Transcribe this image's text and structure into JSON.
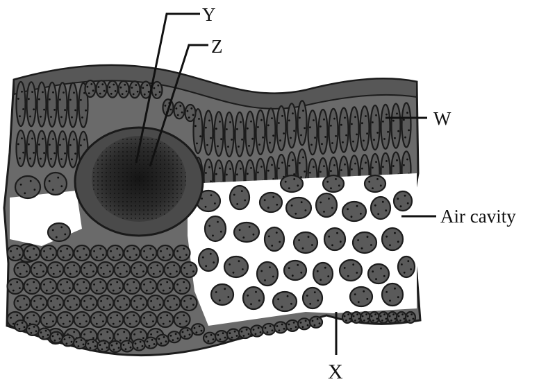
{
  "diagram": {
    "labels": {
      "y": "Y",
      "z": "Z",
      "w": "W",
      "air_cavity": "Air cavity",
      "x": "X"
    },
    "colors": {
      "cell_fill": "#5a5a5a",
      "cell_stroke": "#1c1c1c",
      "dark_bundle": "#262626",
      "background": "#ffffff",
      "label_text": "#111111"
    }
  }
}
